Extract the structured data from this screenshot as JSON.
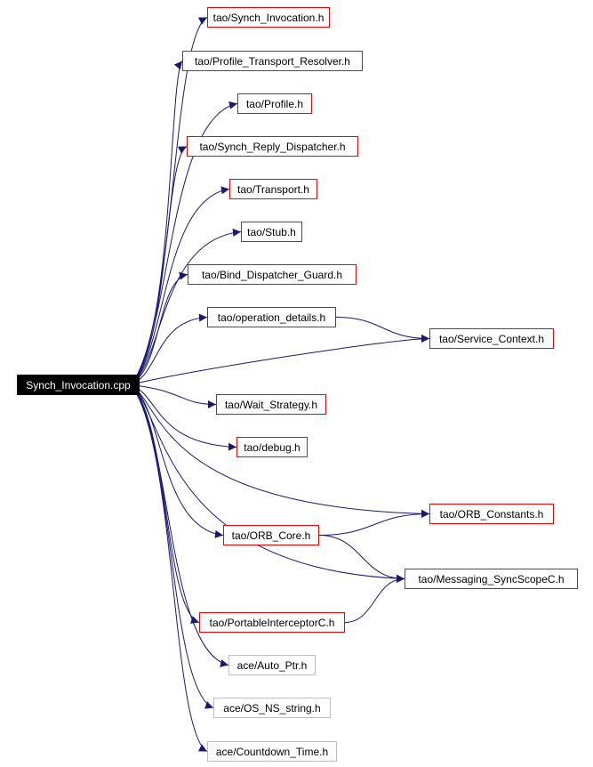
{
  "graph": {
    "edge_color": "#191970",
    "colors": {
      "root_fill": "#000000",
      "root_text": "#ffffff",
      "link_border": "#ff0000",
      "external_border": "#bfbfbf"
    },
    "nodes": [
      {
        "id": "root",
        "label": "Synch_Invocation.cpp",
        "kind": "root"
      },
      {
        "id": "synch_inv_h",
        "label": "tao/Synch_Invocation.h",
        "kind": "link"
      },
      {
        "id": "profile_transport_resolver",
        "label": "tao/Profile_Transport_Resolver.h",
        "kind": "link"
      },
      {
        "id": "profile",
        "label": "tao/Profile.h",
        "kind": "link"
      },
      {
        "id": "synch_reply_dispatcher",
        "label": "tao/Synch_Reply_Dispatcher.h",
        "kind": "link"
      },
      {
        "id": "transport",
        "label": "tao/Transport.h",
        "kind": "link"
      },
      {
        "id": "stub",
        "label": "tao/Stub.h",
        "kind": "link"
      },
      {
        "id": "bind_dispatcher_guard",
        "label": "tao/Bind_Dispatcher_Guard.h",
        "kind": "link"
      },
      {
        "id": "operation_details",
        "label": "tao/operation_details.h",
        "kind": "link"
      },
      {
        "id": "service_context",
        "label": "tao/Service_Context.h",
        "kind": "link"
      },
      {
        "id": "wait_strategy",
        "label": "tao/Wait_Strategy.h",
        "kind": "link"
      },
      {
        "id": "debug",
        "label": "tao/debug.h",
        "kind": "link"
      },
      {
        "id": "orb_constants",
        "label": "tao/ORB_Constants.h",
        "kind": "link"
      },
      {
        "id": "orb_core",
        "label": "tao/ORB_Core.h",
        "kind": "link"
      },
      {
        "id": "messaging_syncscope",
        "label": "tao/Messaging_SyncScopeC.h",
        "kind": "link"
      },
      {
        "id": "portable_interceptor",
        "label": "tao/PortableInterceptorC.h",
        "kind": "link"
      },
      {
        "id": "auto_ptr",
        "label": "ace/Auto_Ptr.h",
        "kind": "external"
      },
      {
        "id": "os_ns_string",
        "label": "ace/OS_NS_string.h",
        "kind": "external"
      },
      {
        "id": "countdown_time",
        "label": "ace/Countdown_Time.h",
        "kind": "external"
      }
    ],
    "edges": [
      {
        "from": "root",
        "to": "synch_inv_h"
      },
      {
        "from": "root",
        "to": "profile_transport_resolver"
      },
      {
        "from": "root",
        "to": "profile"
      },
      {
        "from": "root",
        "to": "synch_reply_dispatcher"
      },
      {
        "from": "root",
        "to": "transport"
      },
      {
        "from": "root",
        "to": "stub"
      },
      {
        "from": "root",
        "to": "bind_dispatcher_guard"
      },
      {
        "from": "root",
        "to": "operation_details"
      },
      {
        "from": "root",
        "to": "service_context"
      },
      {
        "from": "root",
        "to": "wait_strategy"
      },
      {
        "from": "root",
        "to": "debug"
      },
      {
        "from": "root",
        "to": "orb_constants"
      },
      {
        "from": "root",
        "to": "orb_core"
      },
      {
        "from": "root",
        "to": "messaging_syncscope"
      },
      {
        "from": "root",
        "to": "portable_interceptor"
      },
      {
        "from": "root",
        "to": "auto_ptr"
      },
      {
        "from": "root",
        "to": "os_ns_string"
      },
      {
        "from": "root",
        "to": "countdown_time"
      },
      {
        "from": "operation_details",
        "to": "service_context"
      },
      {
        "from": "orb_core",
        "to": "orb_constants"
      },
      {
        "from": "orb_core",
        "to": "messaging_syncscope"
      },
      {
        "from": "portable_interceptor",
        "to": "messaging_syncscope"
      }
    ]
  }
}
